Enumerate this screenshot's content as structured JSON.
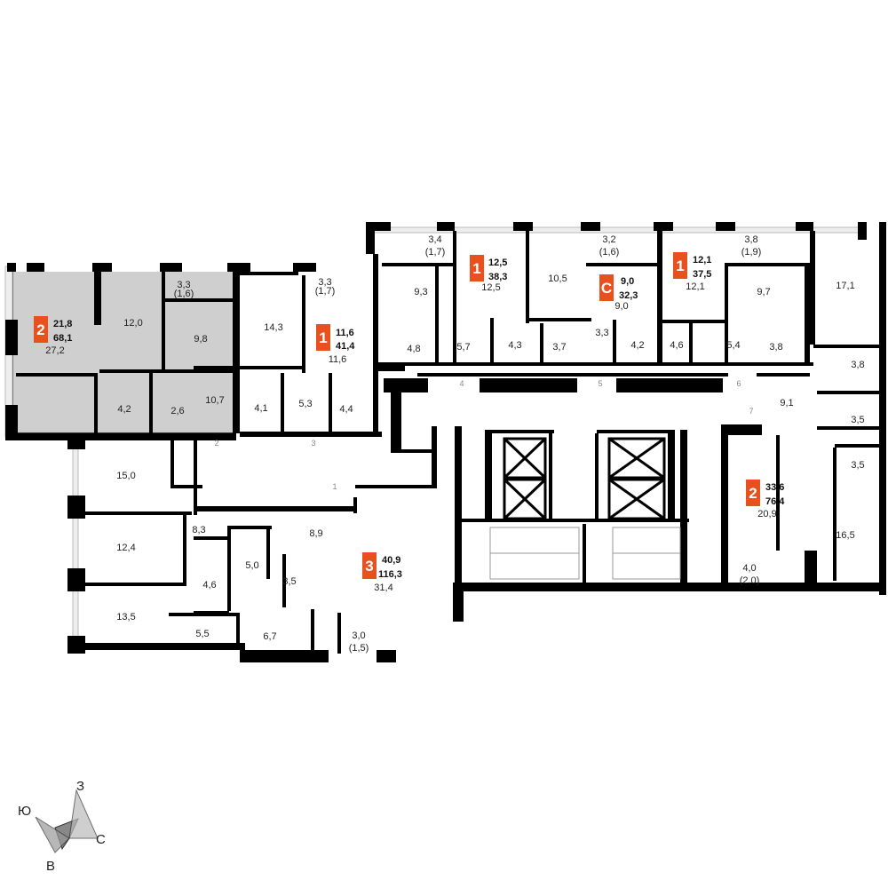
{
  "accent_color": "#e8501e",
  "highlight_color": "#cfcfcf",
  "compass": {
    "north": "З",
    "south": "В",
    "west": "Ю",
    "east": "С"
  },
  "apartments": {
    "a1": {
      "rooms": "2",
      "living": "21,8",
      "total": "68,1"
    },
    "a2": {
      "rooms": "1",
      "living": "11,6",
      "total": "41,4"
    },
    "a3": {
      "rooms": "1",
      "living": "12,5",
      "total": "38,3"
    },
    "a4": {
      "rooms": "С",
      "living": "9,0",
      "total": "32,3"
    },
    "a5": {
      "rooms": "1",
      "living": "12,1",
      "total": "37,5"
    },
    "a6": {
      "rooms": "2",
      "living": "33,6",
      "total": "76,4"
    },
    "a7": {
      "rooms": "3",
      "living": "40,9",
      "total": "116,3"
    }
  },
  "rooms": {
    "a1_living": "27,2",
    "a1_bed": "12,0",
    "a1_kitchen": "9,8",
    "a1_hall": "10,7",
    "a1_bath": "4,2",
    "a1_wc": "2,6",
    "a1_balcony": "3,3",
    "a1_balcony_half": "(1,6)",
    "a2_kitchen": "14,3",
    "a2_living": "11,6",
    "a2_balcony": "3,3",
    "a2_balcony_half": "(1,7)",
    "a2_hall": "4,1",
    "a2_corr": "5,3",
    "a2_bath": "4,4",
    "a3_kitchen": "9,3",
    "a3_living": "12,5",
    "a3_bath": "4,8",
    "a3_hall": "5,7",
    "a3_storage": "4,3",
    "a3_balcony": "3,4",
    "a3_balcony_half": "(1,7)",
    "a4_living": "10,5",
    "a4_kitchen": "9,0",
    "a4_bath": "3,7",
    "a4_hall": "3,3",
    "a4_balcony": "3,2",
    "a4_balcony_half": "(1,6)",
    "a5_hall": "4,2",
    "a5_storage": "4,6",
    "a5_living": "12,1",
    "a5_kitchen": "9,7",
    "a5_corr": "5,4",
    "a5_bath": "3,8",
    "a5_balcony": "3,8",
    "a5_balcony_half": "(1,9)",
    "a6_bed1": "17,1",
    "a6_bath1": "3,8",
    "a6_hall": "9,1",
    "a6_bath2": "3,5",
    "a6_storage": "3,5",
    "a6_kitchen": "20,9",
    "a6_bed2": "16,5",
    "a6_balcony": "4,0",
    "a6_balcony_half": "(2,0)",
    "a7_bed1": "15,0",
    "a7_bed2": "12,4",
    "a7_bed3": "13,5",
    "a7_corr": "8,3",
    "a7_hall": "8,9",
    "a7_wc": "4,6",
    "a7_dress": "5,0",
    "a7_bath": "3,5",
    "a7_storage": "5,5",
    "a7_laundry": "6,7",
    "a7_living": "31,4",
    "a7_balcony": "3,0",
    "a7_balcony_half": "(1,5)"
  },
  "stairs": {
    "s1": "1",
    "s2": "2",
    "s3": "3",
    "s4": "4",
    "s5": "5",
    "s6": "6",
    "s7": "7"
  }
}
